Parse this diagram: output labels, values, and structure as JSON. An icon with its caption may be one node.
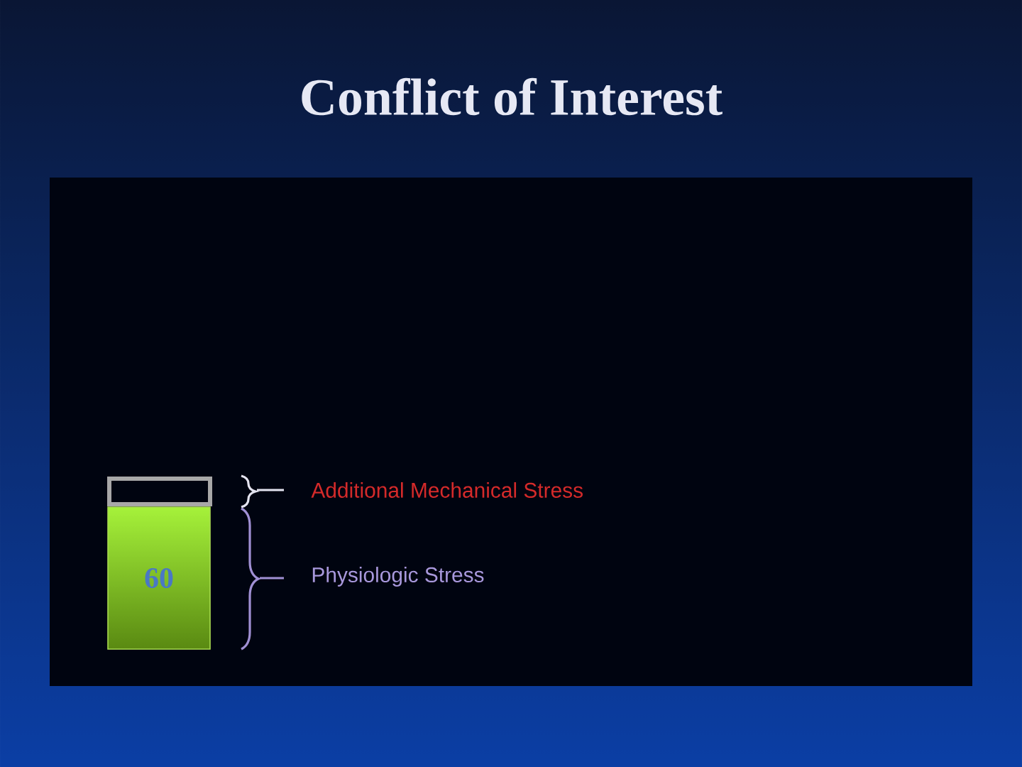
{
  "diagram": {
    "title": "Conflict of Interest",
    "nodes": [
      {
        "text": [
          "60"
        ]
      },
      {
        "text": [],
        "shape": "box"
      }
    ],
    "labels": [
      "Additional Mechanical Stress",
      "Physiologic Stress"
    ]
  }
}
